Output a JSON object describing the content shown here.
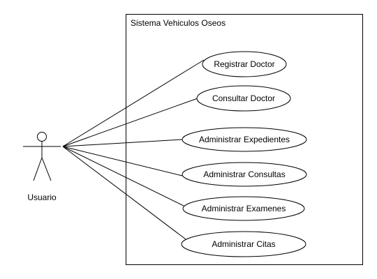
{
  "system": {
    "title": "Sistema Vehiculos Oseos"
  },
  "actor": {
    "name": "Usuario"
  },
  "use_cases": [
    {
      "label": "Registrar Doctor"
    },
    {
      "label": "Consultar Doctor"
    },
    {
      "label": "Administrar Expedientes"
    },
    {
      "label": "Administrar Consultas"
    },
    {
      "label": "Administrar Examenes"
    },
    {
      "label": "Administrar Citas"
    }
  ]
}
